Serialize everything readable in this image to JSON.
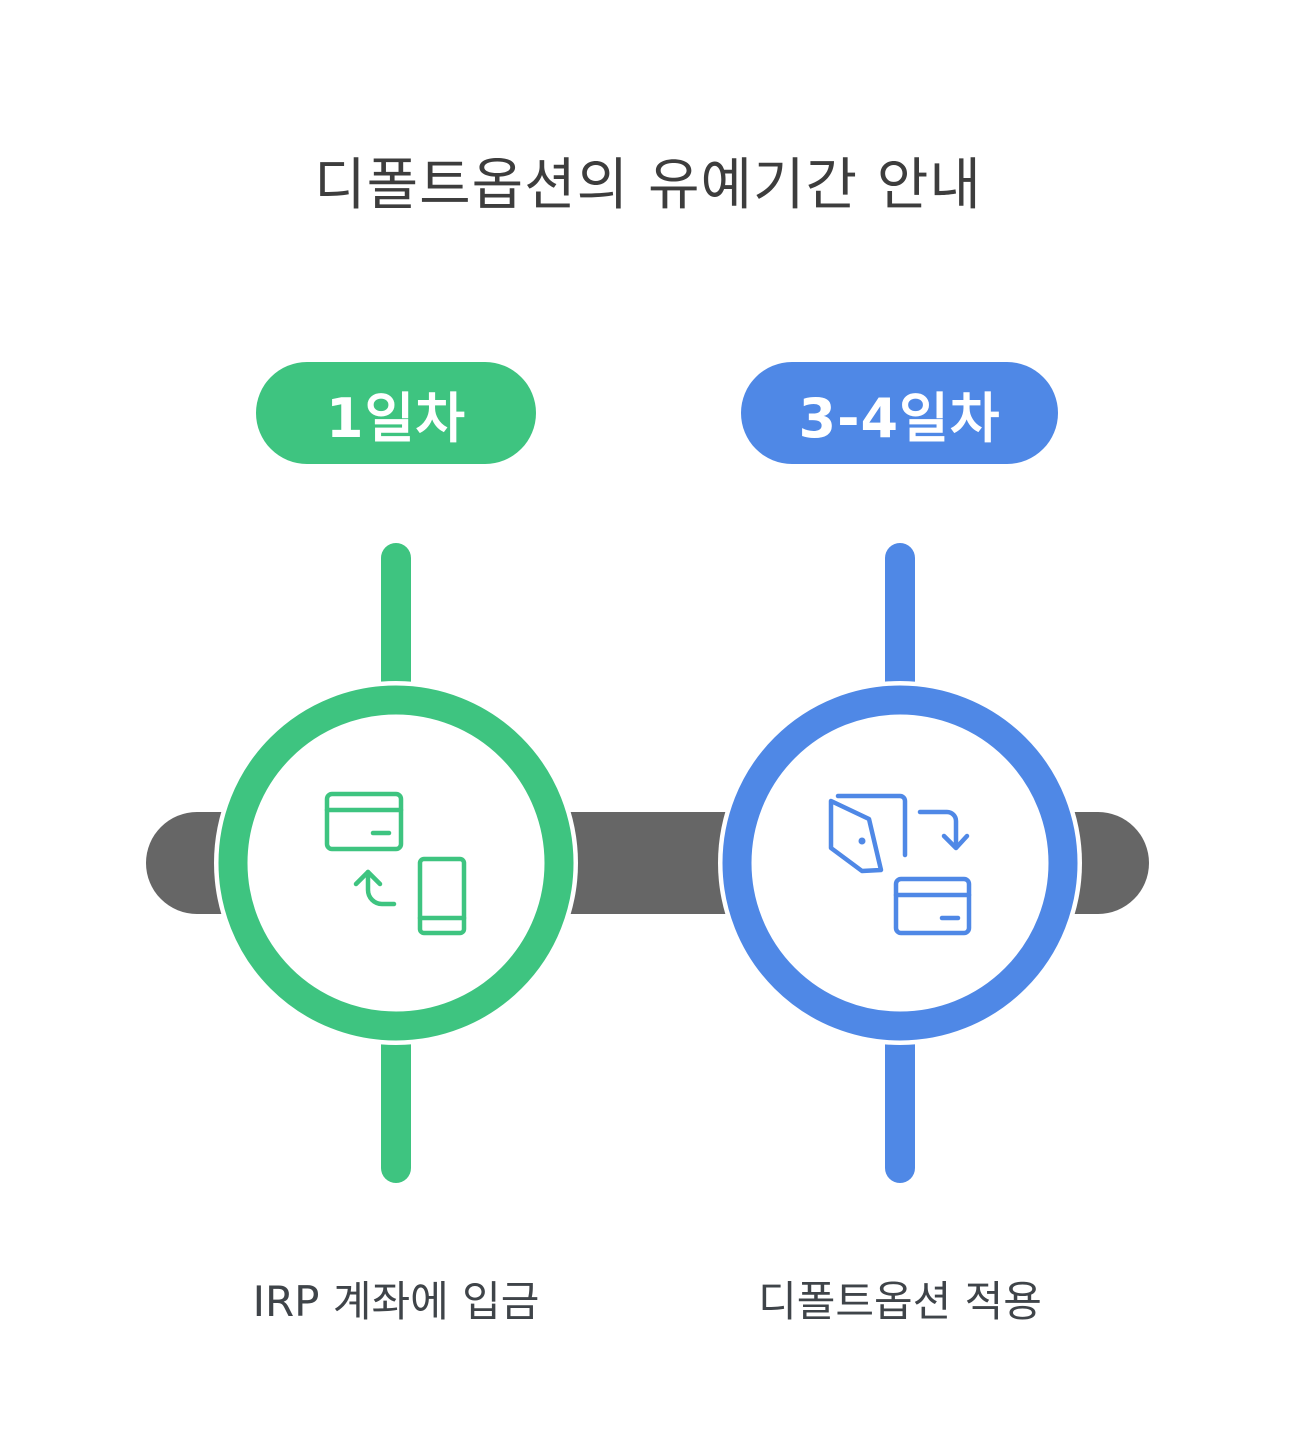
{
  "title": "디폴트옵션의 유예기간 안내",
  "colors": {
    "green": "#3ec480",
    "blue": "#4f88e6",
    "bar": "#666666",
    "title_text": "#3d3d3d",
    "label_text": "#3f4449"
  },
  "stages": [
    {
      "badge": "1일차",
      "label": "IRP 계좌에 입금",
      "color": "green",
      "icon": "card-transfer-from-phone-icon"
    },
    {
      "badge": "3-4일차",
      "label": "디폴트옵션 적용",
      "color": "blue",
      "icon": "wallet-to-card-icon"
    }
  ]
}
